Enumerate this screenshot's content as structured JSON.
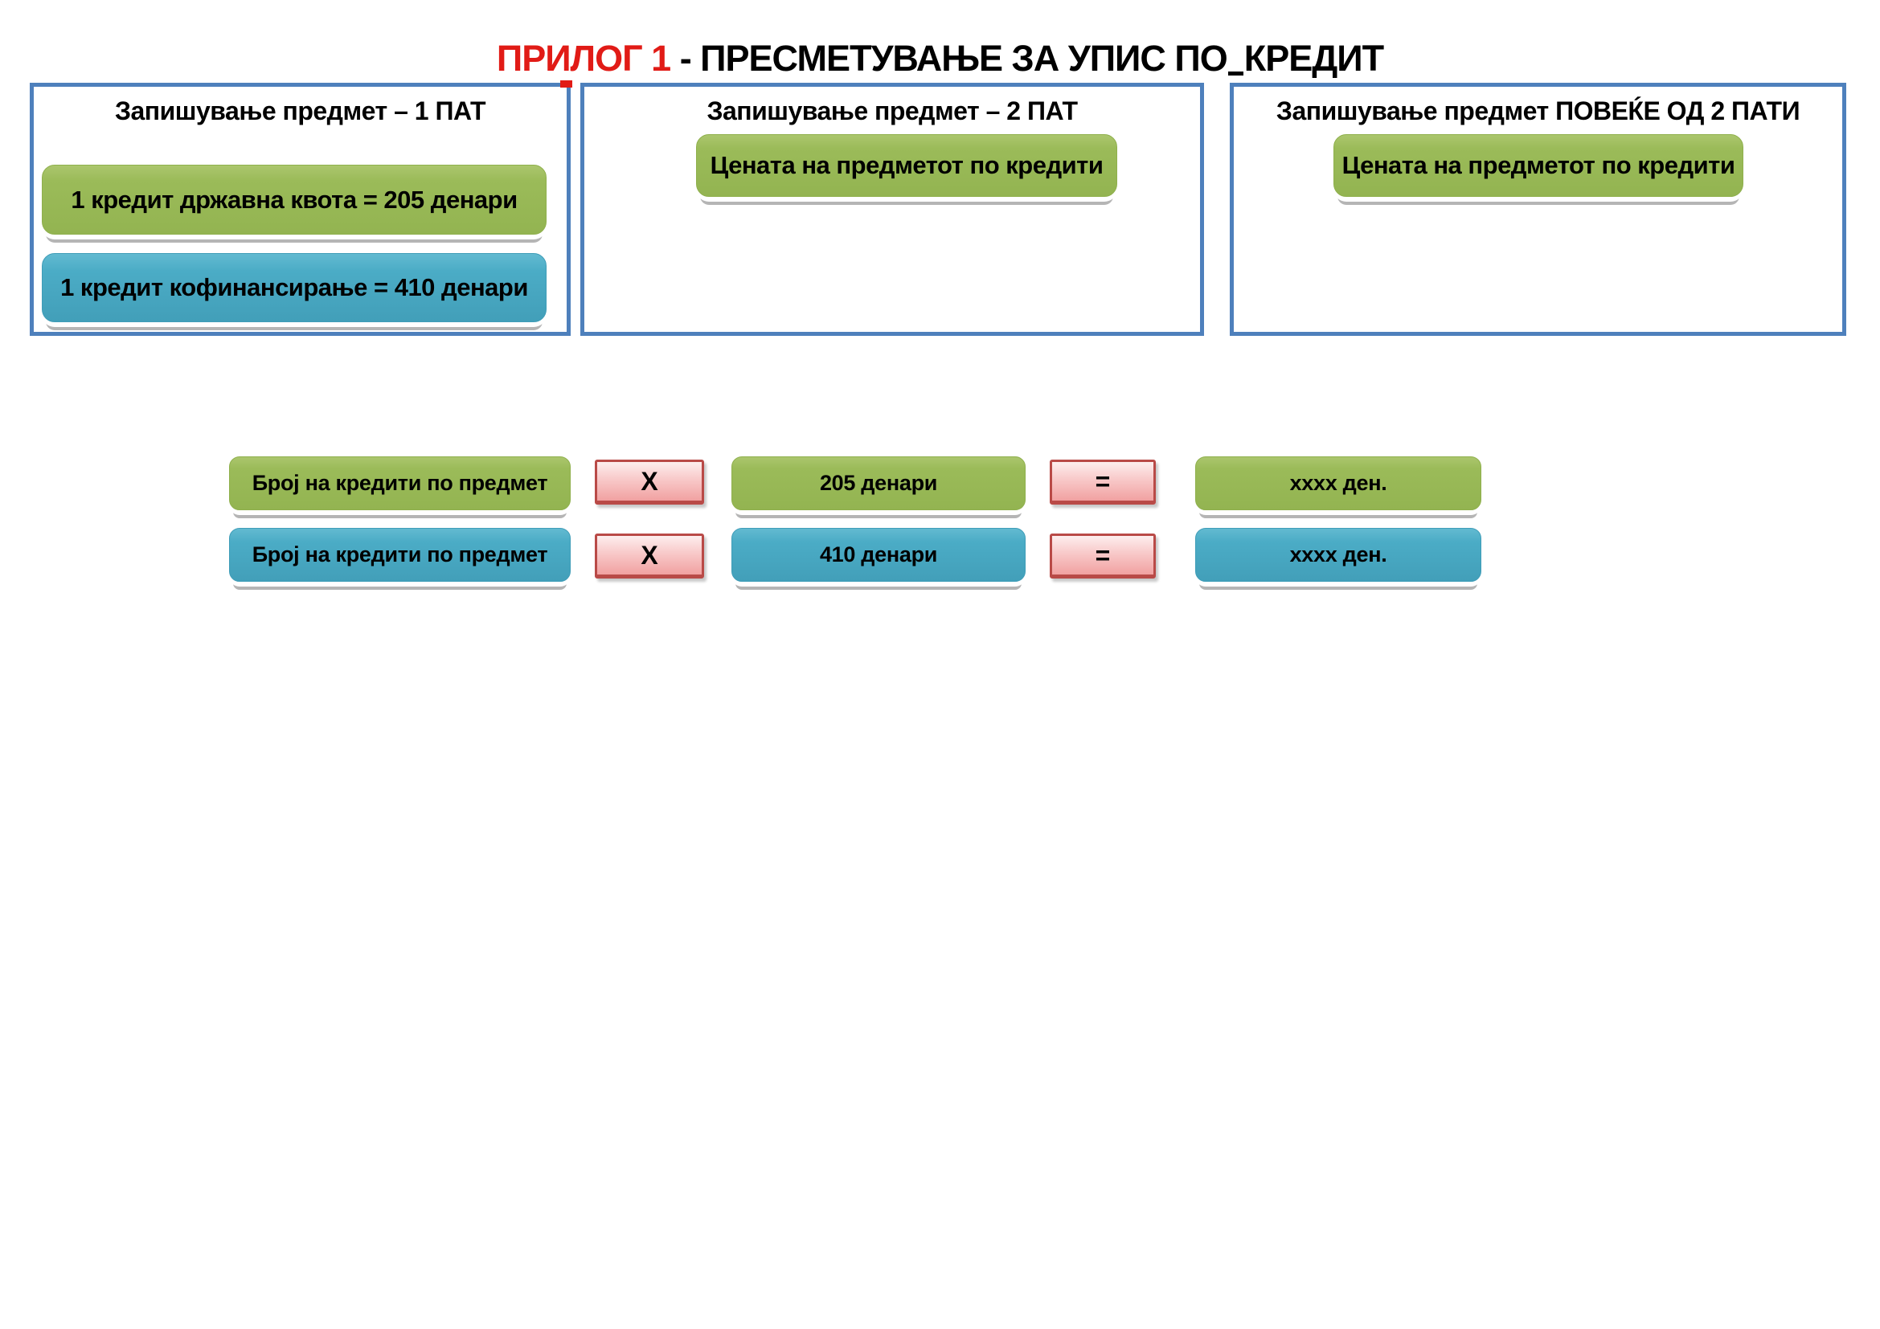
{
  "title": {
    "prefix": "ПРИЛОГ 1",
    "rest": " - ПРЕСМЕТУВАЊЕ ЗА УПИС ПО",
    "last": "КРЕДИТ"
  },
  "colors": {
    "title_accent": "#e11b16",
    "text": "#000000",
    "panel_border": "#4e80bc",
    "green_fill": "#9bbb59",
    "blue_fill": "#4bacc6",
    "operator_fill_top": "#fdeeee",
    "operator_fill_bottom": "#f1a1a1",
    "operator_border": "#b94a47",
    "chip_shadow": "#b5b5b5"
  },
  "boxes": [
    {
      "header": "Запишување предмет – 1 ПАТ",
      "buttons": [
        {
          "label": "1 кредит државна квота = 205 денари",
          "color": "green"
        },
        {
          "label": "1 кредит кофинансирање = 410 денари",
          "color": "blue"
        }
      ]
    },
    {
      "header": "Запишување предмет – 2 ПАТ",
      "buttons": [
        {
          "label": "Цената на предметот по кредити",
          "color": "green"
        }
      ]
    },
    {
      "header": "Запишување предмет ПОВЕЌЕ ОД 2 ПАТИ",
      "buttons": [
        {
          "label": "Цената на предметот по кредити",
          "color": "green"
        }
      ]
    }
  ],
  "equations": {
    "rows": [
      {
        "color": "green",
        "operand": "Број на кредити по предмет",
        "times": "X",
        "price": "205 денари",
        "equals": "=",
        "result": "xxxx ден."
      },
      {
        "color": "blue",
        "operand": "Број на кредити по предмет",
        "times": "X",
        "price": "410 денари",
        "equals": "=",
        "result": "xxxx ден."
      }
    ]
  }
}
